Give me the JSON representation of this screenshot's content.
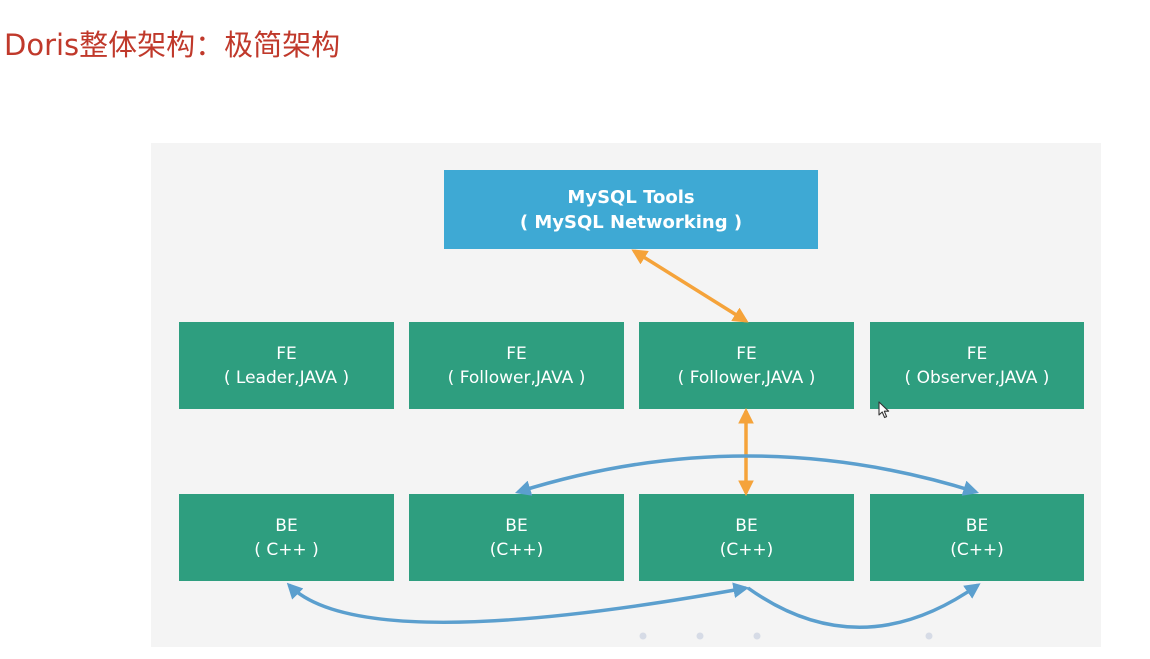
{
  "title": "Doris整体架构：极简架构",
  "tools": {
    "line1": "MySQL Tools",
    "line2": "( MySQL Networking )"
  },
  "fe": [
    {
      "line1": "FE",
      "line2": "( Leader,JAVA )"
    },
    {
      "line1": "FE",
      "line2": "( Follower,JAVA )"
    },
    {
      "line1": "FE",
      "line2": "( Follower,JAVA )"
    },
    {
      "line1": "FE",
      "line2": "( Observer,JAVA )"
    }
  ],
  "be": [
    {
      "line1": "BE",
      "line2": "( C++ )"
    },
    {
      "line1": "BE",
      "line2": "(C++)"
    },
    {
      "line1": "BE",
      "line2": "(C++)"
    },
    {
      "line1": "BE",
      "line2": "(C++)"
    }
  ],
  "colors": {
    "title": "#c0392b",
    "tools_box": "#3ea9d4",
    "node_box": "#2e9e7f",
    "arrow_orange": "#f5a33a",
    "arrow_blue": "#5b9fce"
  }
}
